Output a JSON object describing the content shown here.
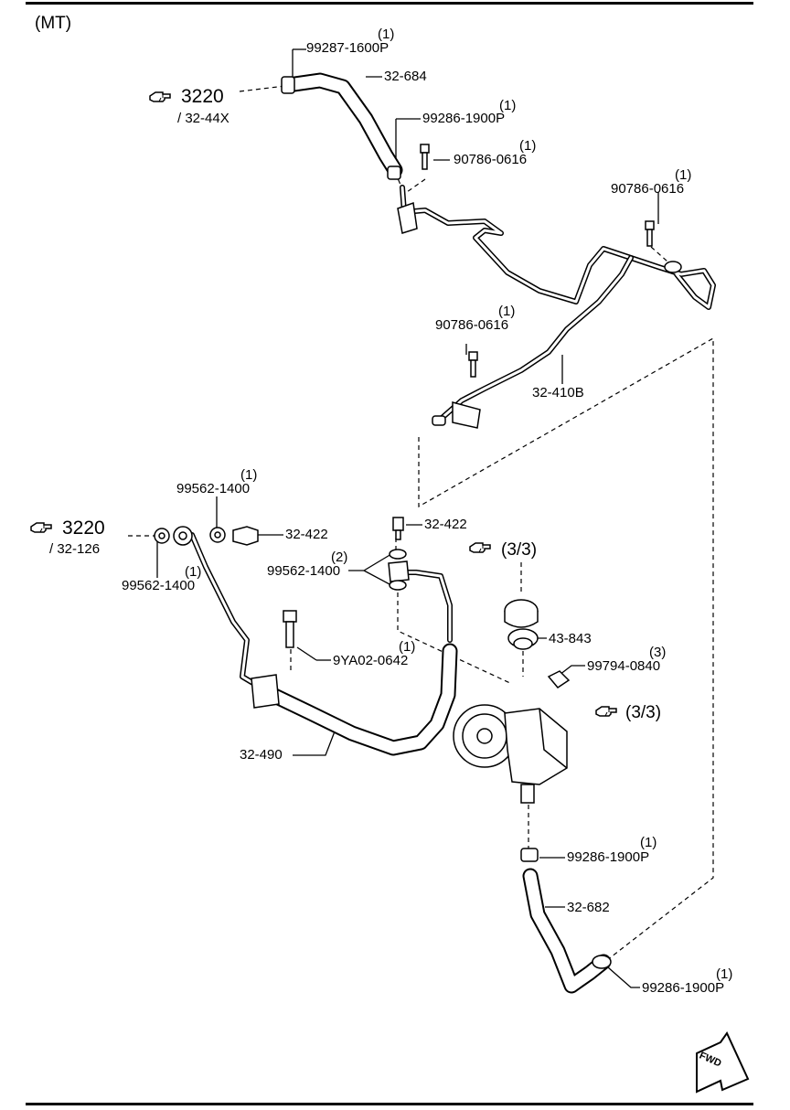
{
  "header": {
    "variant": "(MT)"
  },
  "labels": {
    "p99287_1600P": "99287-1600P",
    "q1": "(1)",
    "p32_684": "32-684",
    "ref3220": "3220",
    "ref32_44X": "/ 32-44X",
    "p99286_1900P": "99286-1900P",
    "p90786_0616": "90786-0616",
    "p32_410B": "32-410B",
    "p99562_1400": "99562-1400",
    "ref32_126": "/ 32-126",
    "p32_422": "32-422",
    "q2": "(2)",
    "q3": "(3)",
    "ref3_3": "(3/3)",
    "p43_843": "43-843",
    "p99794_0840": "99794-0840",
    "p9YA02_0642": "9YA02-0642",
    "p32_490": "32-490",
    "p32_682": "32-682",
    "fwd": "FWD"
  },
  "icons": [
    "pointing-hand-icon",
    "fwd-arrow-icon"
  ]
}
